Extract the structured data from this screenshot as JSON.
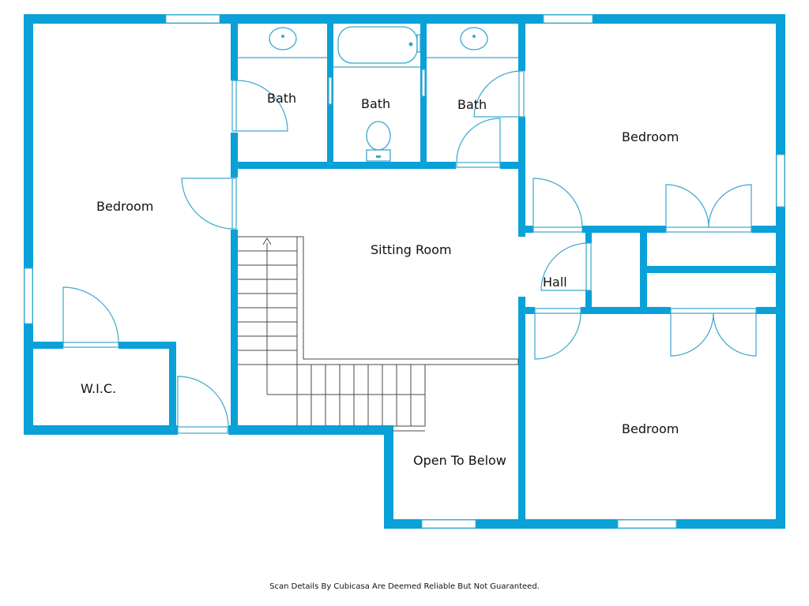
{
  "rooms": {
    "bedroom_left": "Bedroom",
    "bath_1": "Bath",
    "bath_2": "Bath",
    "bath_3": "Bath",
    "bedroom_top_right": "Bedroom",
    "sitting_room": "Sitting Room",
    "hall": "Hall",
    "wic": "W.I.C.",
    "open_to_below": "Open To Below",
    "bedroom_bottom_right": "Bedroom"
  },
  "footer": {
    "disclaimer": "Scan Details By Cubicasa Are Deemed Reliable But Not Guaranteed."
  },
  "colors": {
    "wall": "#0aa0d8",
    "background": "#ffffff"
  }
}
